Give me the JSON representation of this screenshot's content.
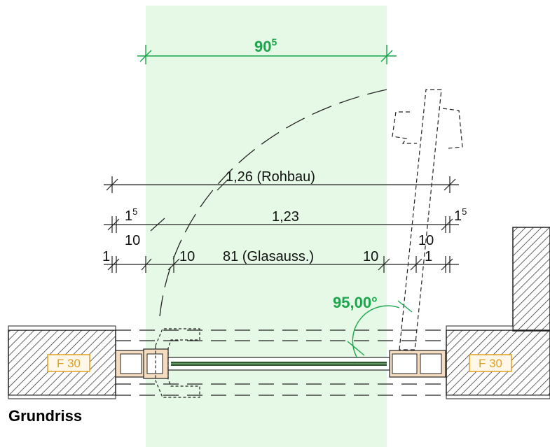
{
  "title": "Grundriss",
  "clear_width": {
    "value": "90",
    "sup": "5"
  },
  "opening_angle": "95,00°",
  "dimension_rows": {
    "rohbau": "1,26 (Rohbau)",
    "frame": {
      "main": "1,23",
      "left_sup_base": "1",
      "left_sup": "5",
      "right_sup_base": "1",
      "right_sup": "5"
    },
    "profile_left": "10",
    "profile_right": "10",
    "glass": {
      "left_edge": "1",
      "left_profile": "10",
      "main": "81 (Glasauss.)",
      "right_profile": "10",
      "right_edge": "1"
    }
  },
  "fire_rating": {
    "left": "F 30",
    "right": "F 30"
  },
  "colors": {
    "accent_green": "#1aa64a",
    "clear_zone": "#e6f9e6",
    "fire_label": "#e0a020",
    "frame_wood": "#f5dcc0",
    "glass": "#2e5a2e"
  }
}
